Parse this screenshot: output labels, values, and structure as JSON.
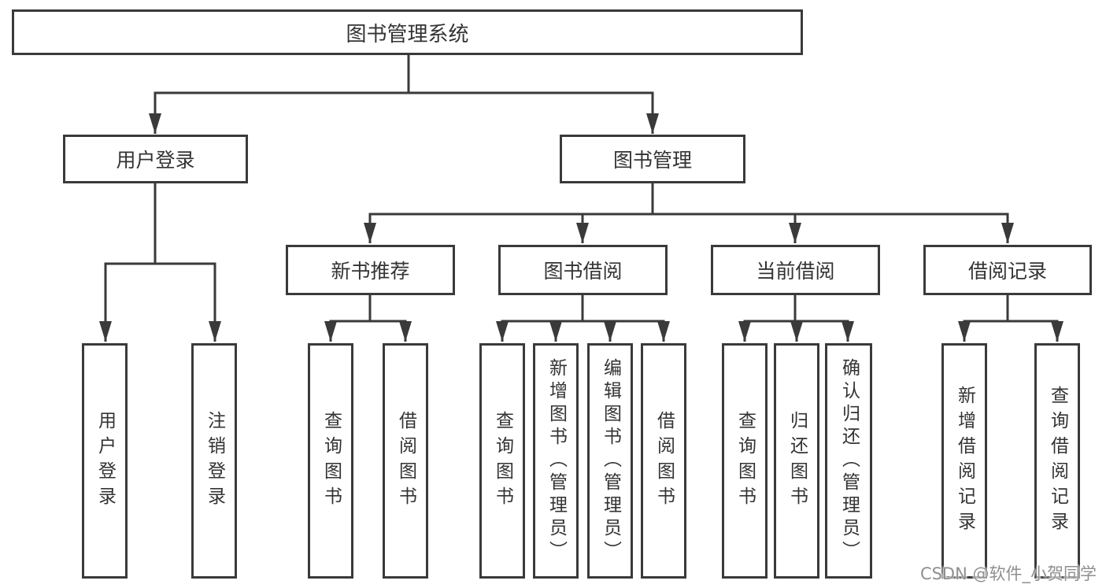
{
  "diagram": {
    "root": {
      "label": "图书管理系统"
    },
    "level2": {
      "user_login": {
        "label": "用户登录"
      },
      "book_management": {
        "label": "图书管理"
      }
    },
    "level3": {
      "new_book_recommend": {
        "label": "新书推荐"
      },
      "book_borrow": {
        "label": "图书借阅"
      },
      "current_borrow": {
        "label": "当前借阅"
      },
      "borrow_record": {
        "label": "借阅记录"
      }
    },
    "leaves": {
      "user_login": [
        {
          "label": "用户登录"
        },
        {
          "label": "注销登录"
        }
      ],
      "new_book_recommend": [
        {
          "label": "查询图书"
        },
        {
          "label": "借阅图书"
        }
      ],
      "book_borrow": [
        {
          "label": "查询图书"
        },
        {
          "label": "新增图书（管理员）"
        },
        {
          "label": "编辑图书（管理员）"
        },
        {
          "label": "借阅图书"
        }
      ],
      "current_borrow": [
        {
          "label": "查询图书"
        },
        {
          "label": "归还图书"
        },
        {
          "label": "确认归还（管理员）"
        }
      ],
      "borrow_record": [
        {
          "label": "新增借阅记录"
        },
        {
          "label": "查询借阅记录"
        }
      ]
    }
  },
  "watermark": {
    "text": "CSDN @软件_小贺同学"
  },
  "colors": {
    "line": "#3a3a3a",
    "border": "#3a3a3a",
    "text": "#333333",
    "watermark": "#8f8f8f",
    "background": "#ffffff"
  }
}
